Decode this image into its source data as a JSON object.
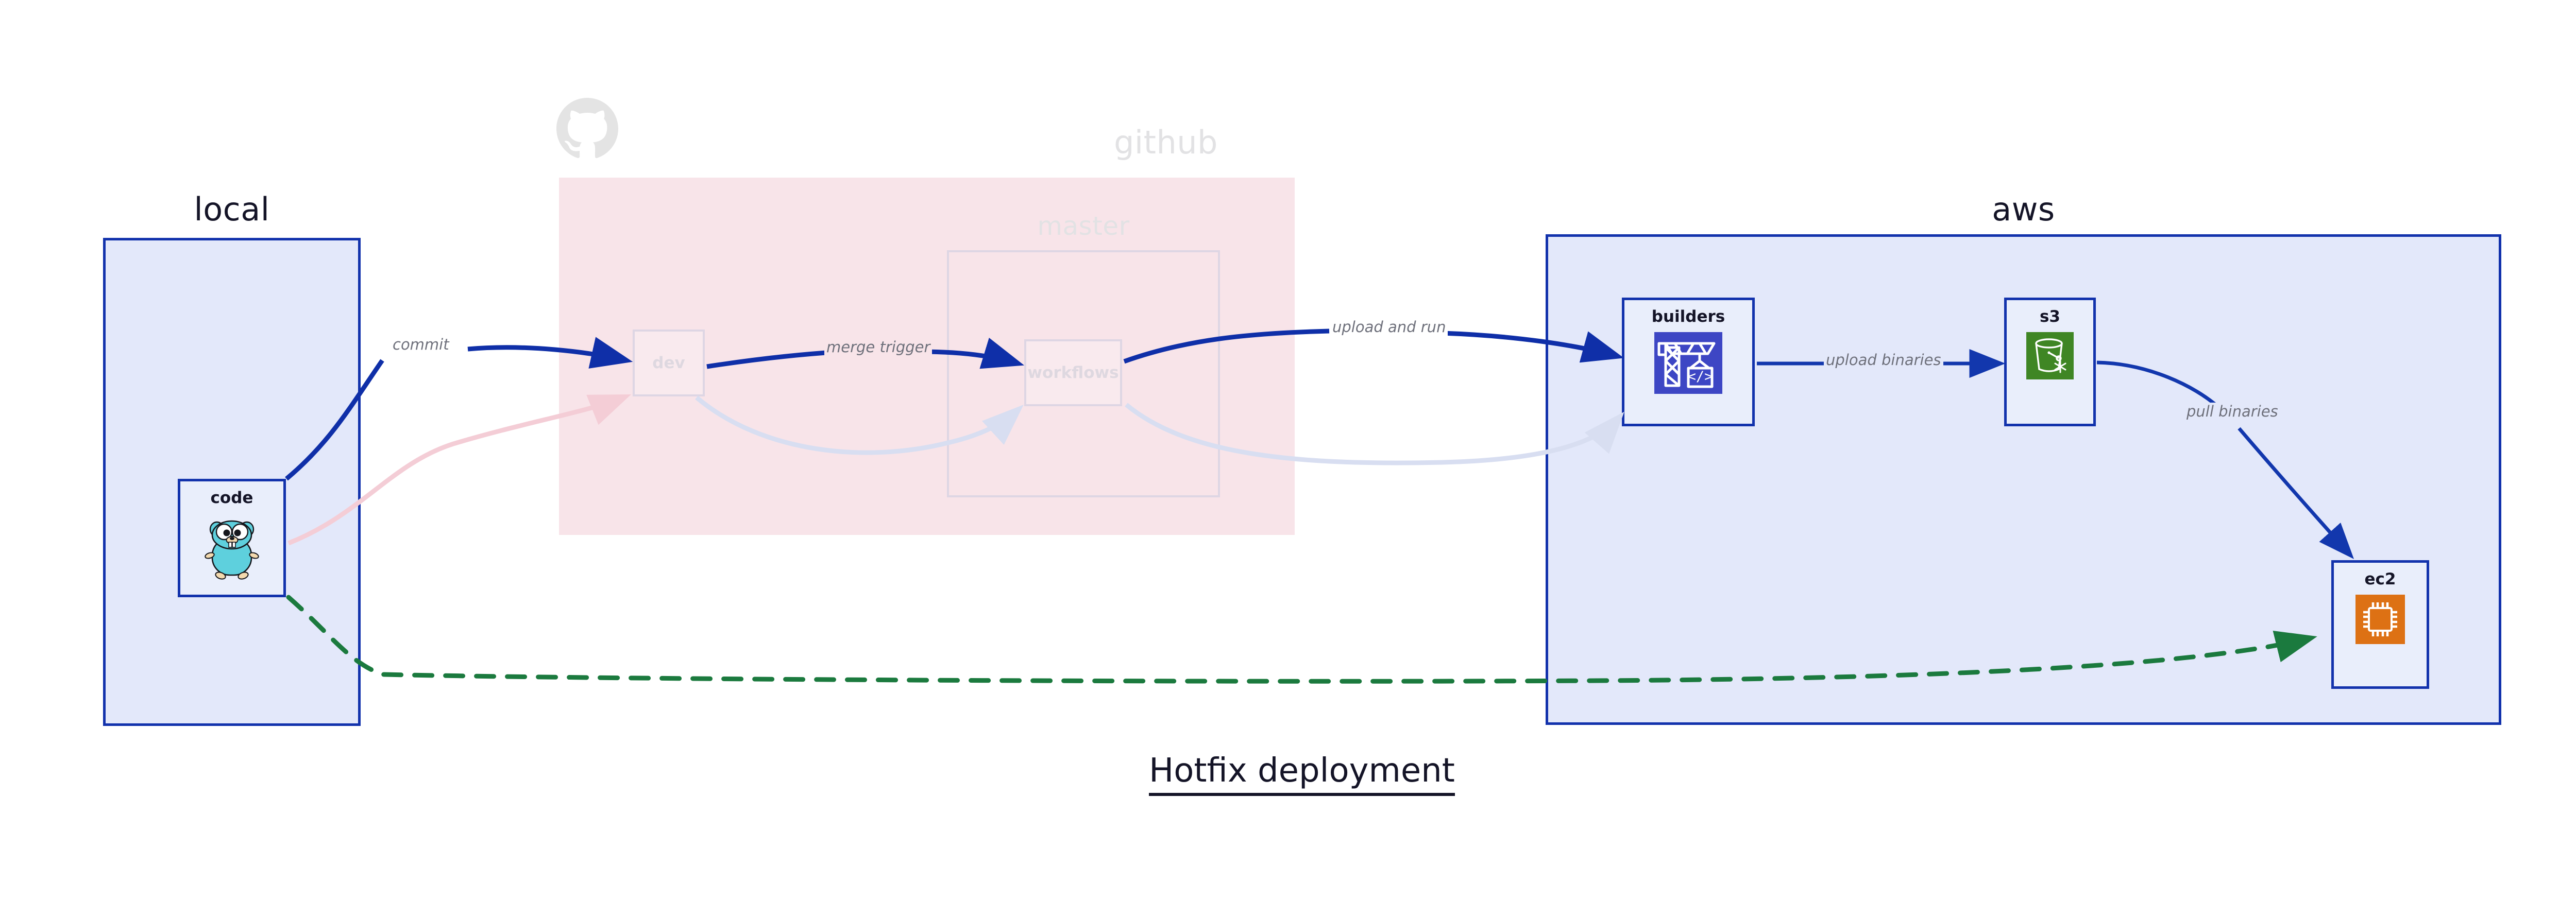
{
  "diagram": {
    "title": "Hotfix deployment",
    "groups": [
      {
        "id": "local",
        "label": "local",
        "style": "blue",
        "faded": false
      },
      {
        "id": "github",
        "label": "github",
        "style": "pink",
        "faded": true
      },
      {
        "id": "aws",
        "label": "aws",
        "style": "blue",
        "faded": false
      }
    ],
    "nodes": [
      {
        "id": "code",
        "label": "code",
        "icon": "go-gopher-icon",
        "group": "local",
        "faded": false
      },
      {
        "id": "dev",
        "label": "dev",
        "icon": "none",
        "group": "github",
        "faded": true
      },
      {
        "id": "master",
        "label": "master",
        "icon": "none",
        "group": "github",
        "faded": true
      },
      {
        "id": "workflows",
        "label": "workflows",
        "icon": "none",
        "group": "github",
        "faded": true
      },
      {
        "id": "builders",
        "label": "builders",
        "icon": "crane-code-icon",
        "group": "aws",
        "faded": false
      },
      {
        "id": "s3",
        "label": "s3",
        "icon": "s3-bucket-icon",
        "group": "aws",
        "faded": false
      },
      {
        "id": "ec2",
        "label": "ec2",
        "icon": "cpu-chip-icon",
        "group": "aws",
        "faded": false
      }
    ],
    "edges": [
      {
        "id": "commit",
        "label": "commit",
        "from": "code",
        "to": "dev",
        "style": "solid-bold-blue"
      },
      {
        "id": "merge-trigger",
        "label": "merge trigger",
        "from": "dev",
        "to": "workflows",
        "style": "solid-bold-blue"
      },
      {
        "id": "upload-and-run",
        "label": "upload and run",
        "from": "workflows",
        "to": "builders",
        "style": "solid-bold-blue"
      },
      {
        "id": "upload-binaries",
        "label": "upload binaries",
        "from": "builders",
        "to": "s3",
        "style": "solid-blue"
      },
      {
        "id": "pull-binaries",
        "label": "pull binaries",
        "from": "s3",
        "to": "ec2",
        "style": "solid-blue"
      },
      {
        "id": "hotfix-direct",
        "label": "",
        "from": "code",
        "to": "ec2",
        "style": "dashed-green"
      },
      {
        "id": "faded-code-dev",
        "label": "",
        "from": "code",
        "to": "dev",
        "style": "faded-pink"
      },
      {
        "id": "faded-dev-wf",
        "label": "",
        "from": "dev",
        "to": "workflows",
        "style": "faded-blue"
      },
      {
        "id": "faded-wf-build",
        "label": "",
        "from": "workflows",
        "to": "builders",
        "style": "faded-blue"
      }
    ],
    "colors": {
      "group_blue_fill": "#e3e8fa",
      "group_blue_border": "#1232ac",
      "group_pink_fill": "#f8e4e9",
      "node_fill": "#e9eefb",
      "arrow_blue": "#0f2fa8",
      "arrow_green": "#1b7a3e",
      "label_gray": "#6e707b",
      "text_dark": "#141427",
      "ghost_gray": "#ded6e4",
      "gopher_teal": "#5ed0dd",
      "builders_blue": "#3d46c4",
      "s3_green": "#3f8624",
      "ec2_orange": "#dd7114",
      "github_logo_gray": "#e4e4e4"
    }
  }
}
